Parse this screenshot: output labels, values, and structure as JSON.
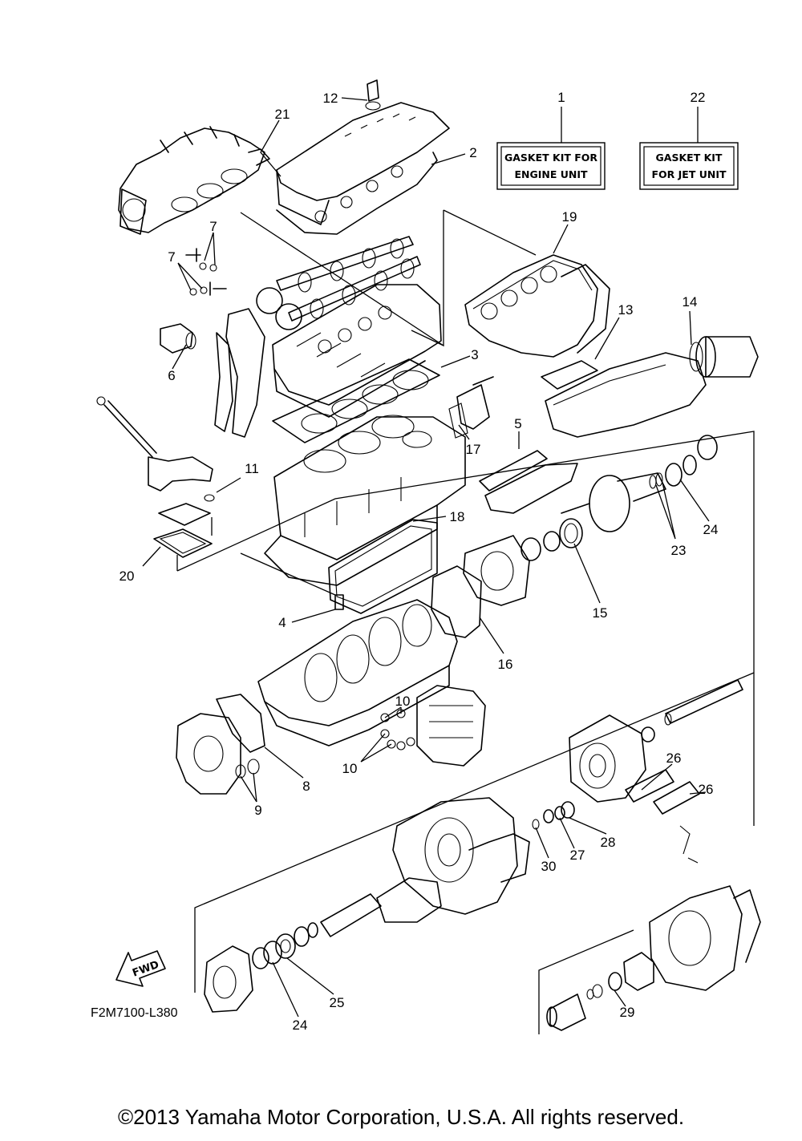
{
  "kits": [
    {
      "number": "1",
      "line1": "GASKET KIT FOR",
      "line2": "ENGINE UNIT"
    },
    {
      "number": "22",
      "line1": "GASKET KIT",
      "line2": "FOR JET UNIT"
    }
  ],
  "callouts": [
    "12",
    "21",
    "2",
    "7",
    "7",
    "6",
    "19",
    "13",
    "14",
    "3",
    "17",
    "5",
    "11",
    "18",
    "20",
    "24",
    "23",
    "15",
    "4",
    "16",
    "10",
    "10",
    "8",
    "9",
    "26",
    "26",
    "28",
    "27",
    "30",
    "24",
    "25",
    "29"
  ],
  "diagram_code": "F2M7100-L380",
  "fwd_label": "FWD",
  "copyright": "©2013 Yamaha Motor Corporation, U.S.A. All rights reserved."
}
